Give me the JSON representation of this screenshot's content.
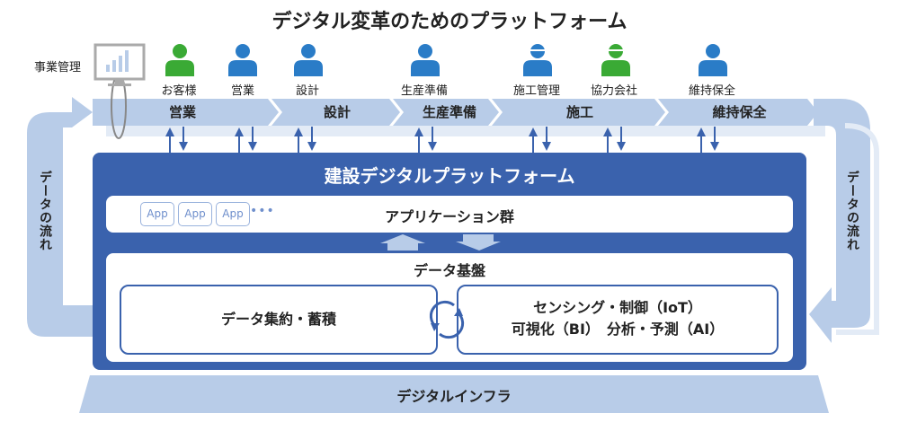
{
  "title": "デジタル変革のためのプラットフォーム",
  "management": {
    "label": "事業管理",
    "icon": "monitor-chart-icon"
  },
  "people": [
    {
      "label": "お客様",
      "color": "#3aaa35",
      "helmet": false
    },
    {
      "label": "営業",
      "color": "#2a7cc7",
      "helmet": false
    },
    {
      "label": "設計",
      "color": "#2a7cc7",
      "helmet": false
    },
    {
      "label": "生産準備",
      "color": "#2a7cc7",
      "helmet": false
    },
    {
      "label": "施工管理",
      "color": "#2a7cc7",
      "helmet": true
    },
    {
      "label": "協力会社",
      "color": "#3aaa35",
      "helmet": true
    },
    {
      "label": "維持保全",
      "color": "#2a7cc7",
      "helmet": false
    }
  ],
  "stages": [
    "営業",
    "設計",
    "生産準備",
    "施工",
    "維持保全"
  ],
  "data_flow_left": "データの流れ",
  "data_flow_right": "データの流れ",
  "platform": {
    "title": "建設デジタルプラットフォーム",
    "apps": {
      "label": "アプリケーション群",
      "app_items": [
        "App",
        "App",
        "App"
      ],
      "more": "•••"
    },
    "database": {
      "title": "データ基盤",
      "left": "データ集約・蓄積",
      "right_line1": "センシング・制御（IoT）",
      "right_line2": "可視化（BI）　分析・予測（AI）"
    }
  },
  "infra": "デジタルインフラ",
  "colors": {
    "platform": "#3a62ad",
    "band": "#b8cce8",
    "band_light": "#e3ebf6",
    "arrow": "#3a62ad"
  }
}
